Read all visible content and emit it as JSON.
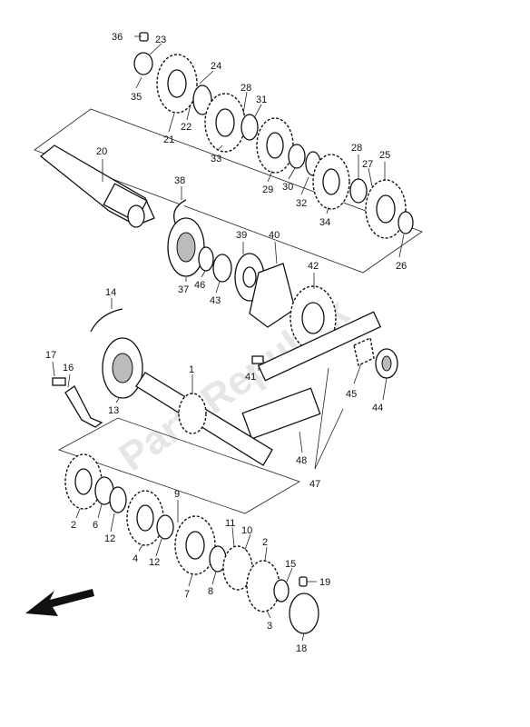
{
  "watermark": "PartsRepublik",
  "labels": {
    "p1": "1",
    "p2a": "2",
    "p2b": "2",
    "p3": "3",
    "p4": "4",
    "p6": "6",
    "p7": "7",
    "p8": "8",
    "p9": "9",
    "p10": "10",
    "p11": "11",
    "p12a": "12",
    "p12b": "12",
    "p13": "13",
    "p14": "14",
    "p15": "15",
    "p16": "16",
    "p17": "17",
    "p18": "18",
    "p19": "19",
    "p20": "20",
    "p21": "21",
    "p22": "22",
    "p23": "23",
    "p24": "24",
    "p25": "25",
    "p26": "26",
    "p27": "27",
    "p28a": "28",
    "p28b": "28",
    "p29": "29",
    "p30": "30",
    "p31": "31",
    "p32": "32",
    "p33": "33",
    "p34": "34",
    "p35": "35",
    "p36": "36",
    "p37": "37",
    "p38": "38",
    "p39": "39",
    "p40": "40",
    "p41": "41",
    "p42": "42",
    "p43": "43",
    "p44": "44",
    "p45": "45",
    "p46": "46",
    "p47": "47",
    "p48": "48"
  },
  "icons": {
    "direction": "arrow-left-down-icon"
  }
}
